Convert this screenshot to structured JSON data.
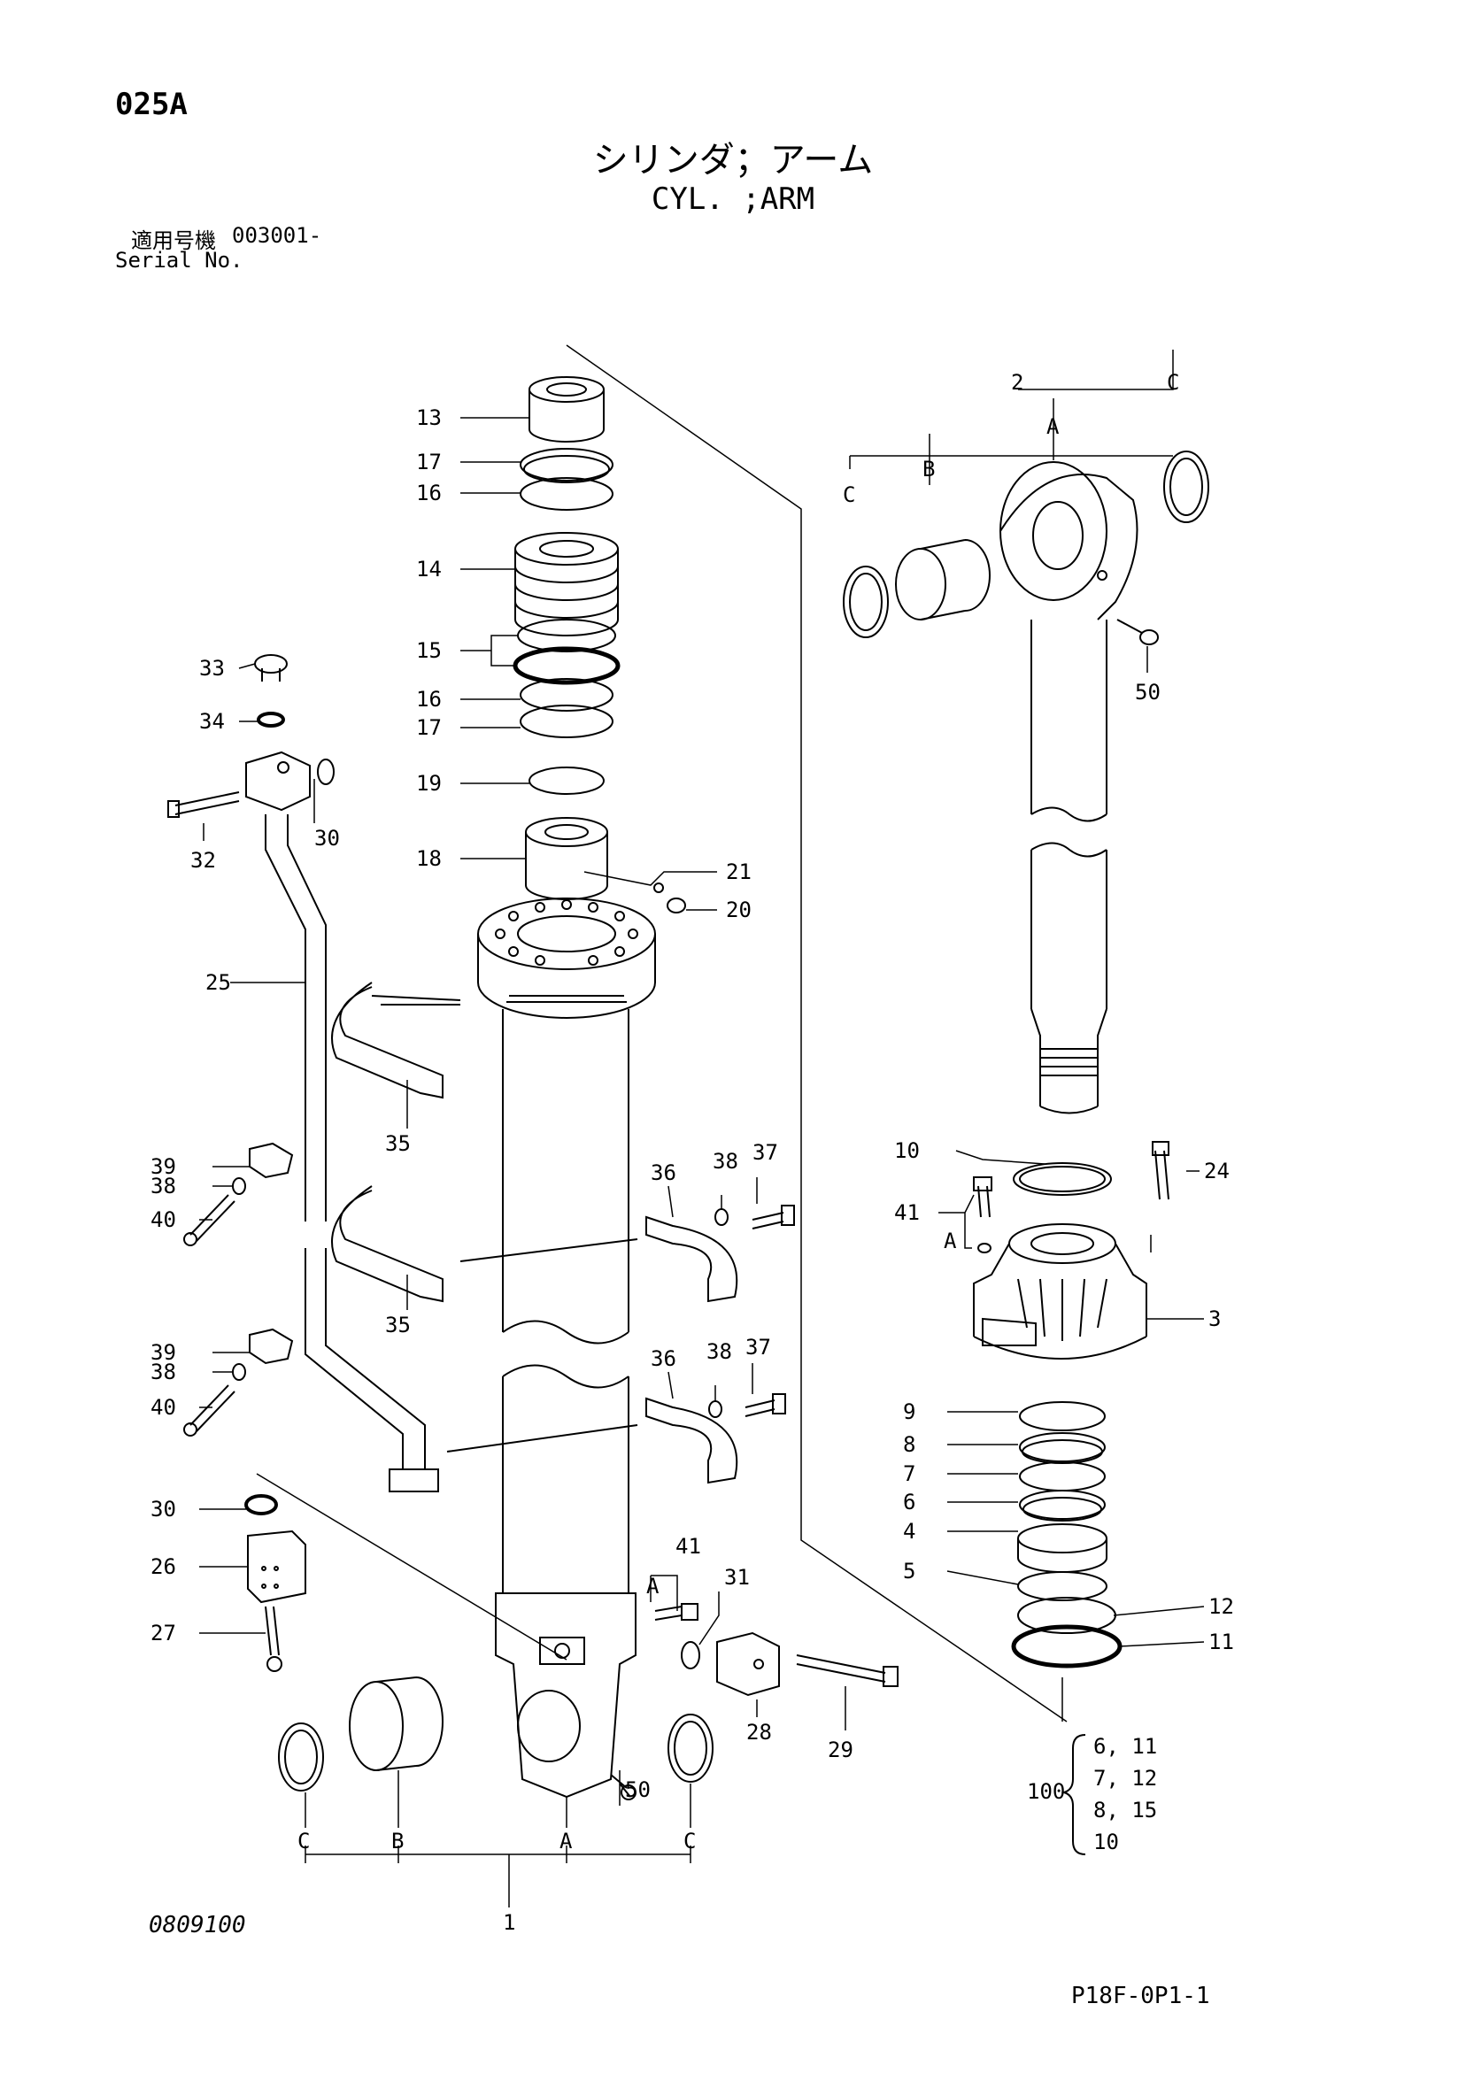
{
  "header": {
    "page_code": "025A",
    "title_jp": "シリンダ；アーム",
    "title_en": "CYL. ;ARM",
    "serial_label_jp": "適用号機",
    "serial_number": "003001-",
    "serial_label_en": "Serial No."
  },
  "footer": {
    "drawing_number": "0809100",
    "page_reference": "P18F-0P1-1"
  },
  "kit": {
    "number": "100",
    "lines": [
      "6, 11",
      "7, 12",
      "8, 15",
      "10"
    ]
  },
  "callouts": [
    {
      "id": "c13",
      "text": "13"
    },
    {
      "id": "c17a",
      "text": "17"
    },
    {
      "id": "c16a",
      "text": "16"
    },
    {
      "id": "c14",
      "text": "14"
    },
    {
      "id": "c15",
      "text": "15"
    },
    {
      "id": "c16b",
      "text": "16"
    },
    {
      "id": "c17b",
      "text": "17"
    },
    {
      "id": "c19",
      "text": "19"
    },
    {
      "id": "c18",
      "text": "18"
    },
    {
      "id": "c21",
      "text": "21"
    },
    {
      "id": "c20",
      "text": "20"
    },
    {
      "id": "c33",
      "text": "33"
    },
    {
      "id": "c34",
      "text": "34"
    },
    {
      "id": "c32",
      "text": "32"
    },
    {
      "id": "c30a",
      "text": "30"
    },
    {
      "id": "c25",
      "text": "25"
    },
    {
      "id": "c35a",
      "text": "35"
    },
    {
      "id": "c39a",
      "text": "39"
    },
    {
      "id": "c38a",
      "text": "38"
    },
    {
      "id": "c40a",
      "text": "40"
    },
    {
      "id": "c36a",
      "text": "36"
    },
    {
      "id": "c38b",
      "text": "38"
    },
    {
      "id": "c37a",
      "text": "37"
    },
    {
      "id": "c35b",
      "text": "35"
    },
    {
      "id": "c39b",
      "text": "39"
    },
    {
      "id": "c38c",
      "text": "38"
    },
    {
      "id": "c40b",
      "text": "40"
    },
    {
      "id": "c36b",
      "text": "36"
    },
    {
      "id": "c38d",
      "text": "38"
    },
    {
      "id": "c37b",
      "text": "37"
    },
    {
      "id": "c30b",
      "text": "30"
    },
    {
      "id": "c26",
      "text": "26"
    },
    {
      "id": "c27",
      "text": "27"
    },
    {
      "id": "c41a",
      "text": "41"
    },
    {
      "id": "cA1",
      "text": "A"
    },
    {
      "id": "c31",
      "text": "31"
    },
    {
      "id": "c28",
      "text": "28"
    },
    {
      "id": "c29",
      "text": "29"
    },
    {
      "id": "c50a",
      "text": "50"
    },
    {
      "id": "cC1",
      "text": "C"
    },
    {
      "id": "cB1",
      "text": "B"
    },
    {
      "id": "cA2",
      "text": "A"
    },
    {
      "id": "cC2",
      "text": "C"
    },
    {
      "id": "c1",
      "text": "1"
    },
    {
      "id": "c2",
      "text": "2"
    },
    {
      "id": "cC3",
      "text": "C"
    },
    {
      "id": "cA3",
      "text": "A"
    },
    {
      "id": "cB2",
      "text": "B"
    },
    {
      "id": "cC4",
      "text": "C"
    },
    {
      "id": "c50b",
      "text": "50"
    },
    {
      "id": "c10",
      "text": "10"
    },
    {
      "id": "c24",
      "text": "24"
    },
    {
      "id": "c41b",
      "text": "41"
    },
    {
      "id": "cA4",
      "text": "A"
    },
    {
      "id": "c3",
      "text": "3"
    },
    {
      "id": "c9",
      "text": "9"
    },
    {
      "id": "c8",
      "text": "8"
    },
    {
      "id": "c7",
      "text": "7"
    },
    {
      "id": "c6",
      "text": "6"
    },
    {
      "id": "c4",
      "text": "4"
    },
    {
      "id": "c5",
      "text": "5"
    },
    {
      "id": "c12",
      "text": "12"
    },
    {
      "id": "c11",
      "text": "11"
    }
  ]
}
